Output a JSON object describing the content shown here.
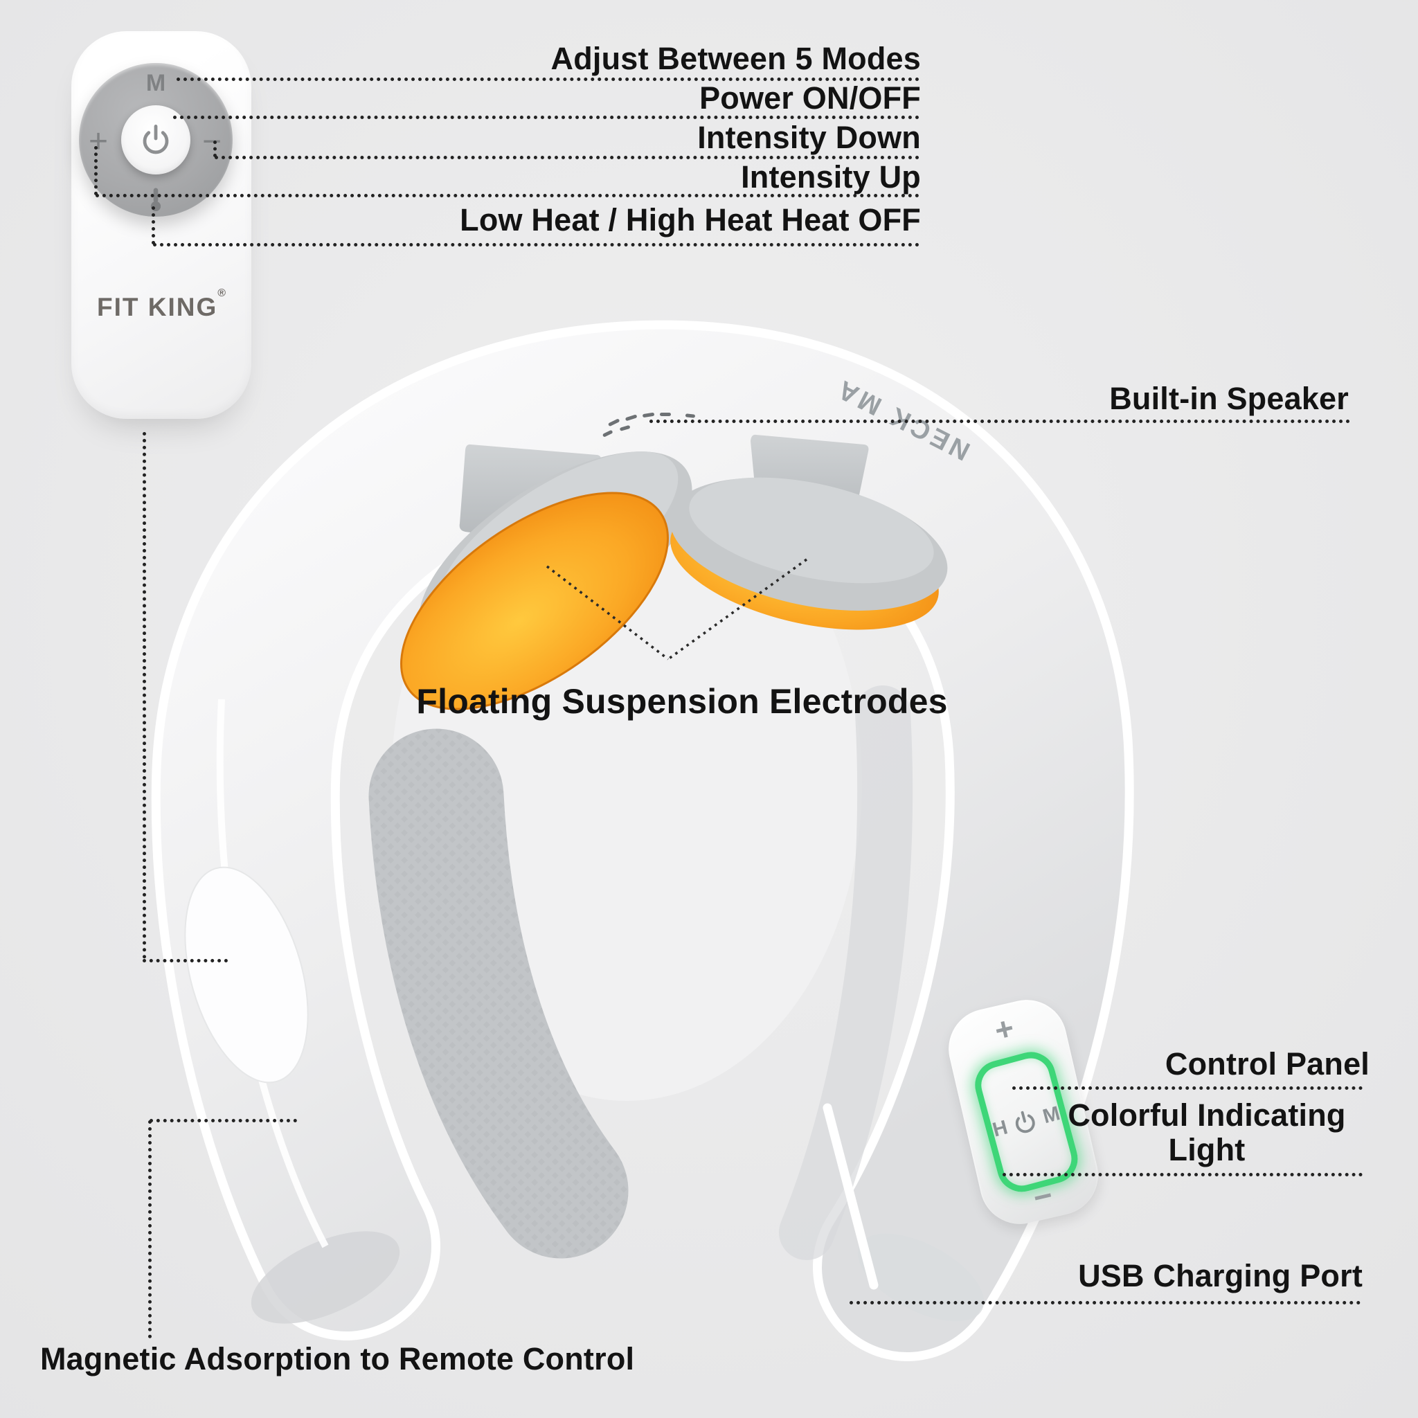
{
  "meta": {
    "description": "FIT KING neck massager feature diagram with remote control and annotated callouts",
    "background": "#e9e9ea"
  },
  "palette": {
    "label_text": "#131313",
    "leader_dots": "#222222",
    "band_light": "#fbfbfc",
    "band_dark": "#e0e1e3",
    "inner_panel_gray": "#c2c5c8",
    "pod_gray": "#c6c9cb",
    "electrode_orange": "#fb9e1d",
    "indicator_green": "#3ed678",
    "remote_dial_gray": "#a8a9ab",
    "icon_gray": "#7f8183",
    "logo_color": "#6e6a66",
    "band_print_gray": "#9aa0a4"
  },
  "remote": {
    "brand": "FIT KING",
    "registered_mark": "®",
    "mode_label": "M",
    "intensity_up_label": "+",
    "intensity_down_label": "−"
  },
  "device": {
    "band_print": "NECK MA",
    "control_panel": {
      "plus_label": "+",
      "heat_label": "H",
      "mode_label": "M",
      "minus_label": "−"
    }
  },
  "callouts": {
    "adjust_modes": "Adjust Between 5 Modes",
    "power_onoff": "Power ON/OFF",
    "intensity_down": "Intensity Down",
    "intensity_up": "Intensity Up",
    "heat_modes": "Low Heat / High Heat Heat OFF",
    "speaker": "Built-in Speaker",
    "electrodes": "Floating Suspension Electrodes",
    "control_panel": "Control Panel",
    "indicating_light": "Colorful Indicating Light",
    "usb": "USB Charging Port",
    "magnetic": "Magnetic Adsorption to Remote Control"
  }
}
